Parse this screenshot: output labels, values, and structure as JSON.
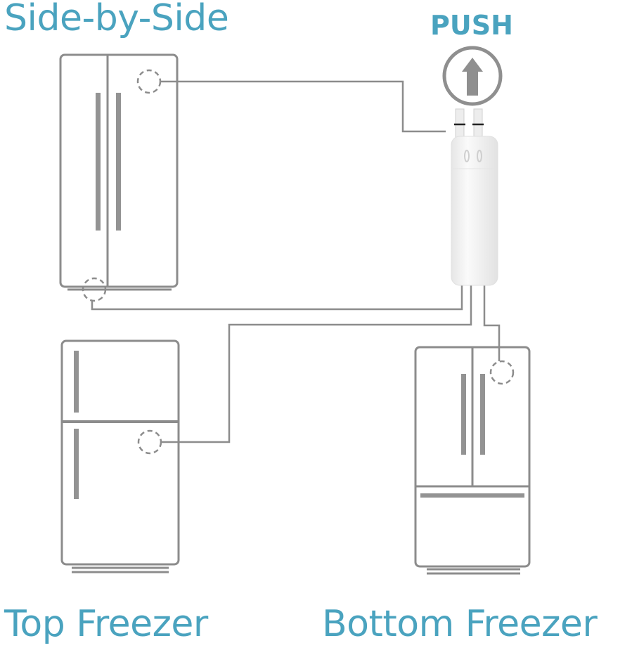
{
  "diagram": {
    "labels": {
      "side_by_side": "Side-by-Side",
      "push": "PUSH",
      "top_freezer": "Top Freezer",
      "bottom_freezer": "Bottom Freezer"
    },
    "colors": {
      "label_teal": "#4aa3bf",
      "line_gray": "#8c8c8c",
      "handle_gray": "#939393",
      "filter_white": "#f2f2f2"
    },
    "icons": {
      "push_arrow": "up-arrow-in-circle-icon",
      "water_filter": "water-filter-cartridge-icon",
      "connection_point": "dashed-circle-icon"
    },
    "fridges": [
      {
        "type": "side-by-side",
        "connection_points": [
          "upper-right-door",
          "bottom-left-base"
        ]
      },
      {
        "type": "top-freezer",
        "connection_points": [
          "fresh-food-upper-right"
        ]
      },
      {
        "type": "bottom-freezer",
        "connection_points": [
          "right-door-upper-right"
        ]
      }
    ]
  }
}
